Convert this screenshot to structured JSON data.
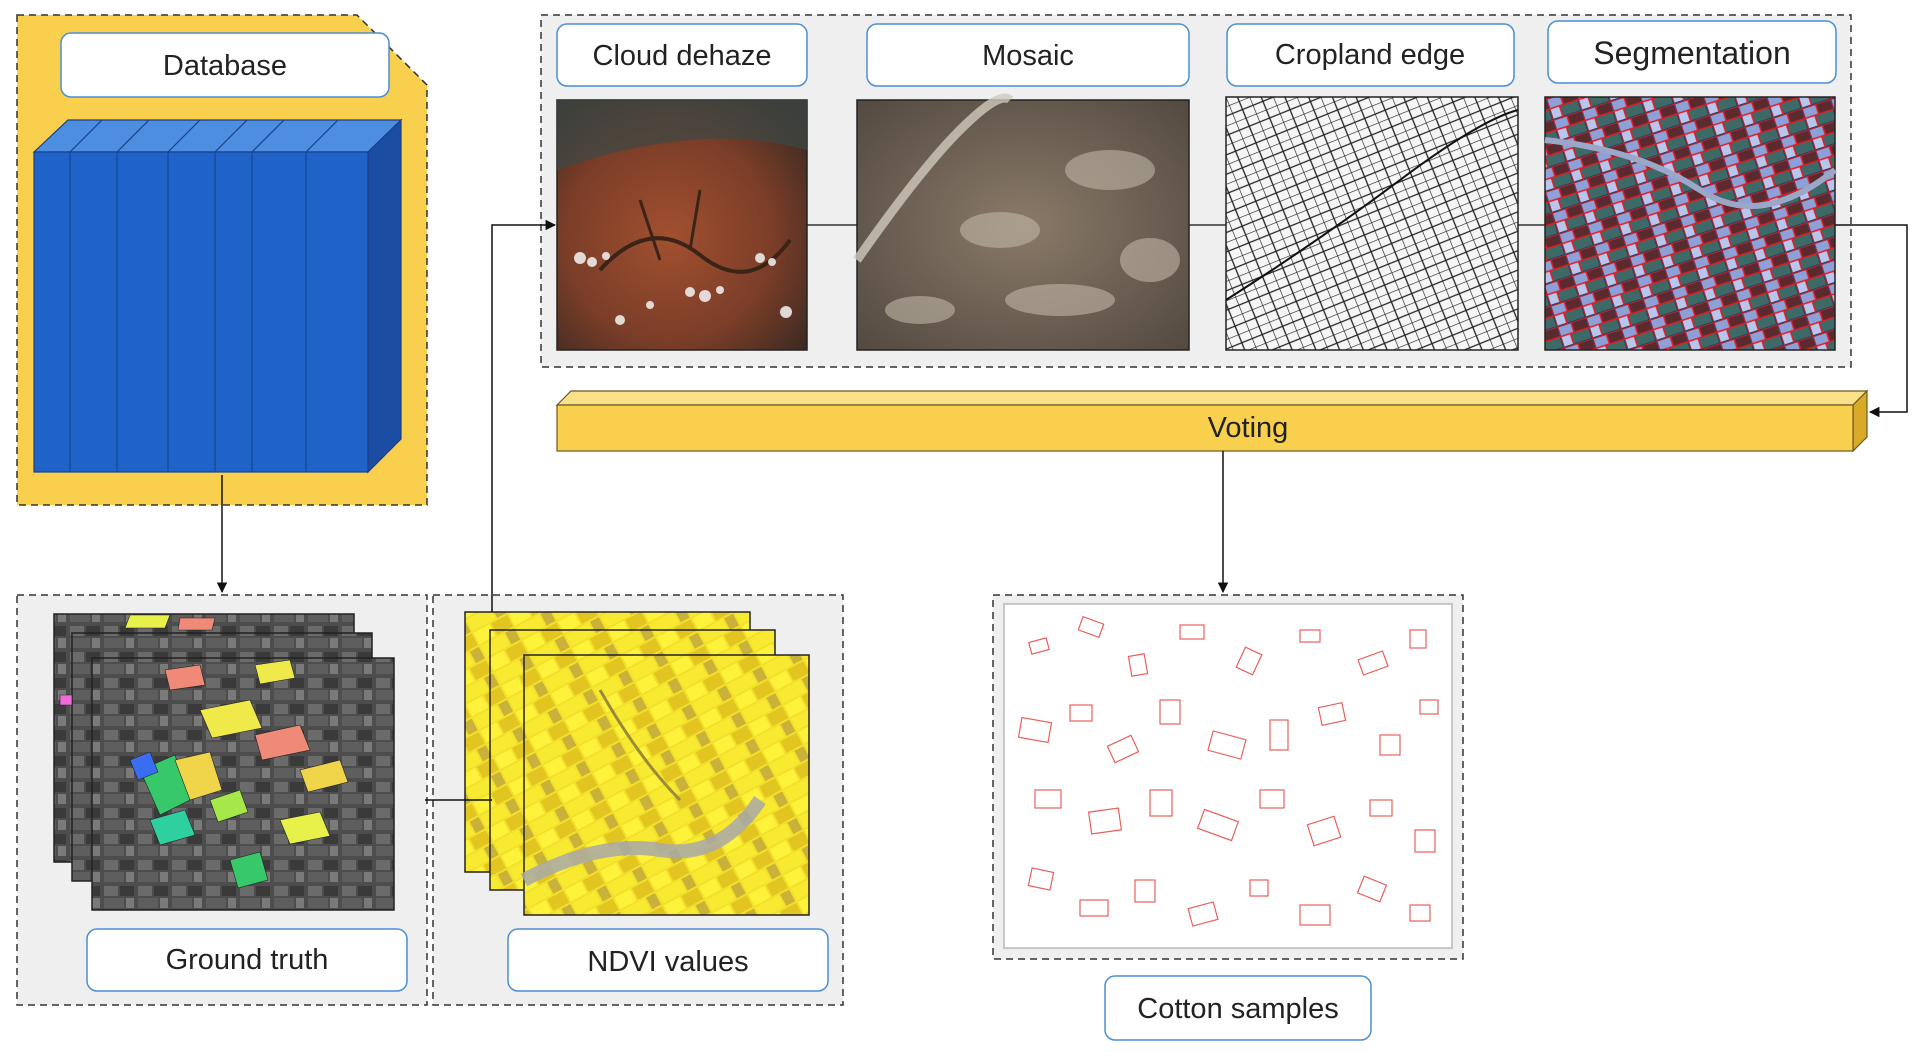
{
  "labels": {
    "database": "Database",
    "cloud_dehaze": "Cloud dehaze",
    "mosaic": "Mosaic",
    "cropland_edge": "Cropland edge",
    "segmentation": "Segmentation",
    "voting": "Voting",
    "ground_truth": "Ground truth",
    "ndvi_values": "NDVI values",
    "cotton_samples": "Cotton samples"
  },
  "colors": {
    "database_panel": "#f9cf4e",
    "database_cube": "#1f62c8",
    "voting_bar": "#f9cf4e",
    "panel_bg": "#efefef",
    "label_border": "#4a8fd6",
    "cotton_outline": "#e8605c"
  }
}
